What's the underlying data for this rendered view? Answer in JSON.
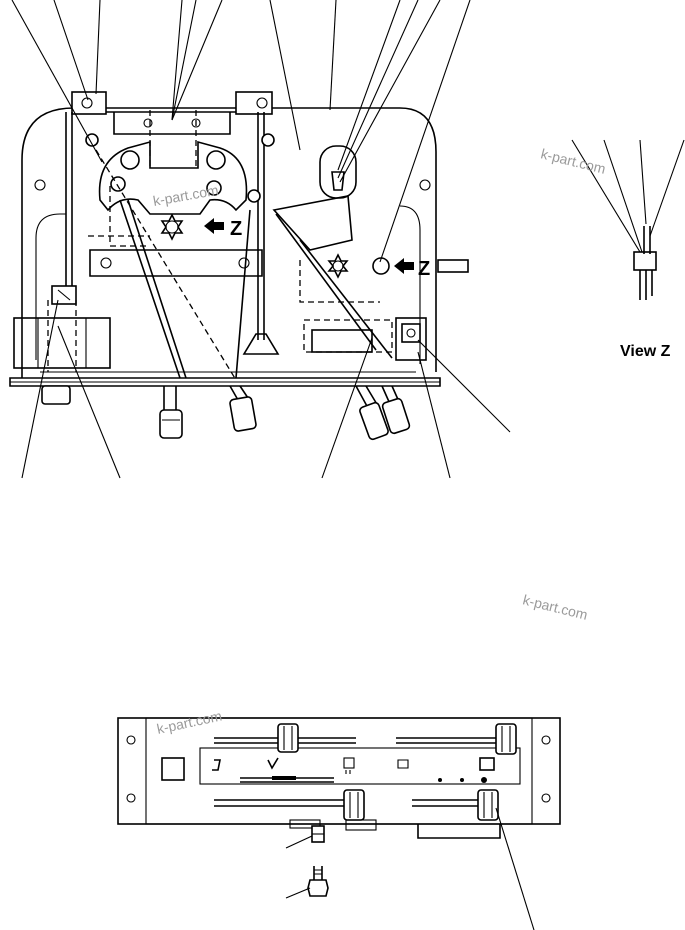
{
  "labels": {
    "view_z": "View  Z",
    "z_arrow_left": "Z",
    "z_arrow_right": "Z"
  },
  "watermarks": [
    "k-part.com",
    "k-part.com",
    "k-part.com",
    "k-part.com"
  ],
  "icons": {
    "slider_panel_symbols": [
      "fan-icon",
      "vent-icon",
      "defrost-icon",
      "recirculation-icon"
    ]
  }
}
